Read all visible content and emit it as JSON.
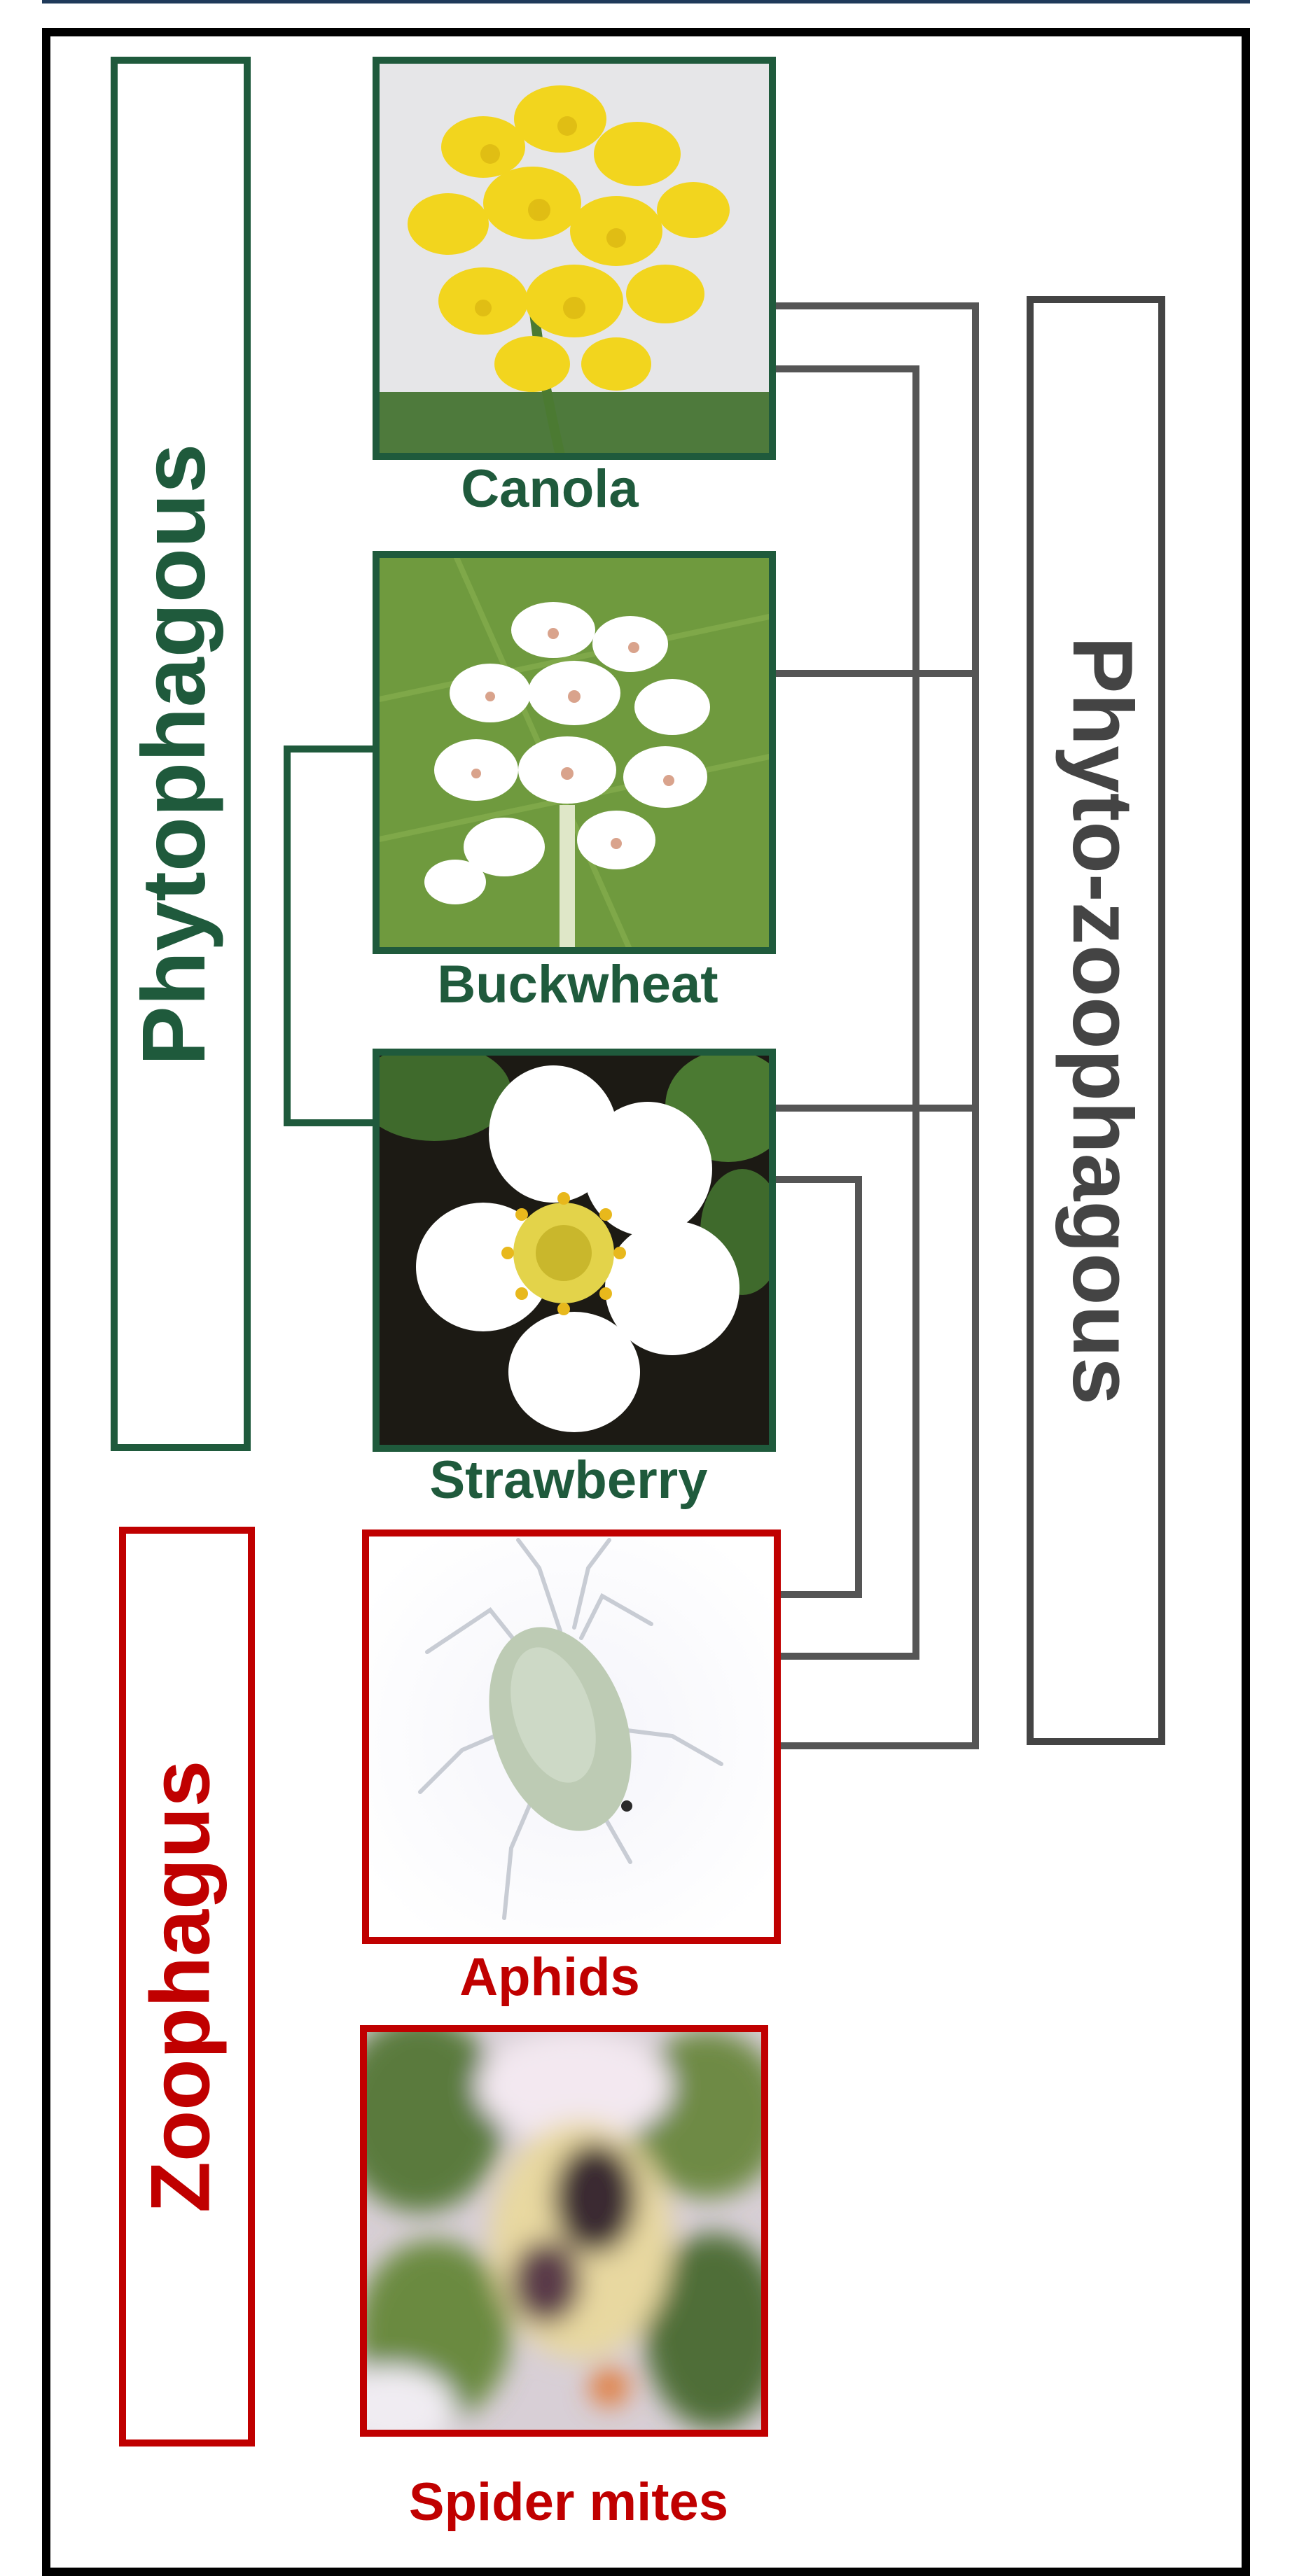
{
  "colors": {
    "phytophagous": "#1f5a3c",
    "zoophagous": "#c00000",
    "phytozoophagous": "#444444",
    "connector": "#555555",
    "frame": "#000000"
  },
  "categories": {
    "phytophagous": "Phytophagous",
    "zoophagus": "Zoophagus",
    "phyto_zoophagous": "Phyto-zoophagous"
  },
  "nodes": [
    {
      "id": "canola",
      "label": "Canola",
      "group": "phytophagous",
      "picture": "yellow-flower-cluster"
    },
    {
      "id": "buckwheat",
      "label": "Buckwheat",
      "group": "phytophagous",
      "picture": "white-flower-cluster"
    },
    {
      "id": "strawberry",
      "label": "Strawberry",
      "group": "phytophagous",
      "picture": "white-five-petal-flower"
    },
    {
      "id": "aphids",
      "label": "Aphids",
      "group": "zoophagus",
      "picture": "green-aphid"
    },
    {
      "id": "spider_mites",
      "label": "Spider mites",
      "group": "zoophagus",
      "picture": "blurred-mite-closeup"
    }
  ],
  "links": [
    {
      "from": "buckwheat",
      "to": "strawberry",
      "group": "phytophagous"
    },
    {
      "from": "canola",
      "to": "aphids",
      "group": "phyto_zoophagous"
    },
    {
      "from": "canola",
      "to": "aphids",
      "group": "phyto_zoophagous"
    },
    {
      "from": "buckwheat",
      "to": "phyto_zoophagous",
      "group": "phyto_zoophagous"
    },
    {
      "from": "strawberry",
      "to": "phyto_zoophagous",
      "group": "phyto_zoophagous"
    },
    {
      "from": "strawberry",
      "to": "aphids",
      "group": "phyto_zoophagous"
    }
  ]
}
